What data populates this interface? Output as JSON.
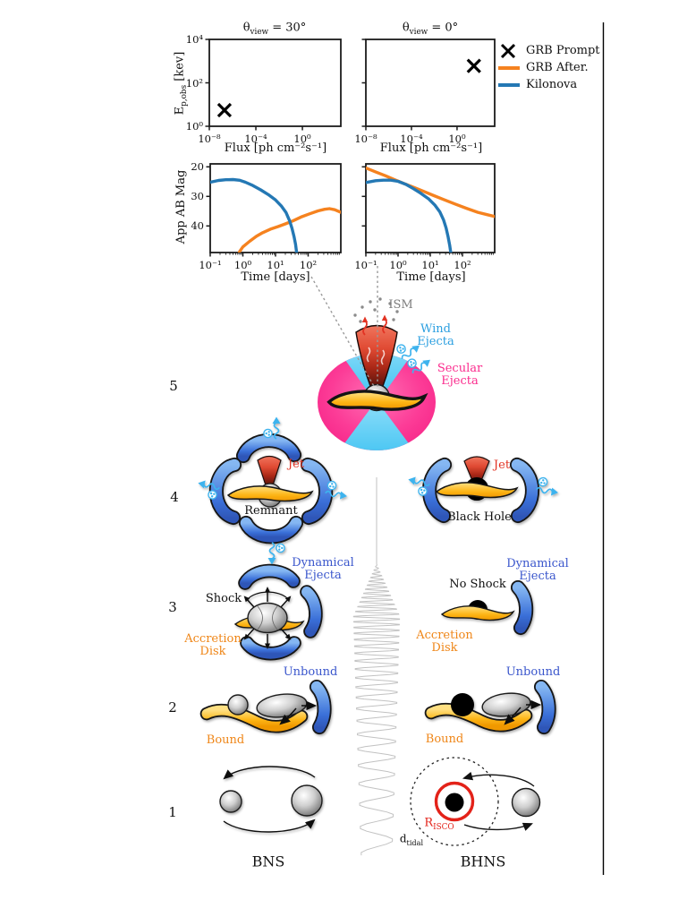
{
  "legend": {
    "items": [
      {
        "label": "GRB Prompt",
        "marker": "cross",
        "color": "#000000"
      },
      {
        "label": "GRB After.",
        "marker": "line",
        "color": "#f5821f"
      },
      {
        "label": "Kilonova",
        "marker": "line",
        "color": "#2478b4"
      }
    ]
  },
  "chart_data": [
    {
      "type": "scatter",
      "title": {
        "pre": "θ",
        "sub": "view",
        "post": " = 30°"
      },
      "xlabel": "Flux [ph cm⁻²s⁻¹]",
      "ylabel": {
        "pre": "E",
        "sub": "p,obs",
        "post": " [kev]"
      },
      "xscale": "log",
      "yscale": "log",
      "xlim": [
        1e-08,
        2000
      ],
      "ylim": [
        1,
        10000
      ],
      "xticks": [
        {
          "v": 1e-08,
          "label": "10⁻⁸"
        },
        {
          "v": 0.0001,
          "label": "10⁻⁴"
        },
        {
          "v": 1,
          "label": "10⁰"
        }
      ],
      "yticks": [
        {
          "v": 1,
          "label": "10⁰"
        },
        {
          "v": 100,
          "label": "10²"
        },
        {
          "v": 10000,
          "label": "10⁴"
        }
      ],
      "points": [
        {
          "series": "GRB Prompt",
          "x": 2e-07,
          "y": 5.5,
          "marker": "x",
          "color": "#000000"
        }
      ]
    },
    {
      "type": "scatter",
      "title": {
        "pre": "θ",
        "sub": "view",
        "post": " = 0°"
      },
      "xlabel": "Flux [ph cm⁻²s⁻¹]",
      "xscale": "log",
      "yscale": "log",
      "xlim": [
        1e-08,
        2000
      ],
      "ylim": [
        1,
        10000
      ],
      "xticks": [
        {
          "v": 1e-08,
          "label": "10⁻⁸"
        },
        {
          "v": 0.0001,
          "label": "10⁻⁴"
        },
        {
          "v": 1,
          "label": "10⁰"
        }
      ],
      "yticks": [
        {
          "v": 1,
          "label": ""
        },
        {
          "v": 100,
          "label": ""
        },
        {
          "v": 10000,
          "label": ""
        }
      ],
      "points": [
        {
          "series": "GRB Prompt",
          "x": 30,
          "y": 600,
          "marker": "x",
          "color": "#000000"
        }
      ]
    },
    {
      "type": "line",
      "xlabel": "Time [days]",
      "ylabel": "App AB Mag",
      "xscale": "log",
      "yscale": "linear-inverted",
      "xlim": [
        0.1,
        1000
      ],
      "ylim": [
        19,
        49
      ],
      "minor_xticks": true,
      "xticks": [
        {
          "v": 0.1,
          "label": "10⁻¹"
        },
        {
          "v": 1,
          "label": "10⁰"
        },
        {
          "v": 10,
          "label": "10¹"
        },
        {
          "v": 100,
          "label": "10²"
        }
      ],
      "yticks": [
        {
          "v": 20,
          "label": "20"
        },
        {
          "v": 30,
          "label": "30"
        },
        {
          "v": 40,
          "label": "40"
        }
      ],
      "series": [
        {
          "name": "GRB After.",
          "color": "#f5821f",
          "points": [
            [
              0.78,
              48.8
            ],
            [
              1,
              47.1
            ],
            [
              1.6,
              45.2
            ],
            [
              2.6,
              43.5
            ],
            [
              4,
              42.3
            ],
            [
              7,
              41.1
            ],
            [
              12,
              40.2
            ],
            [
              20,
              39.3
            ],
            [
              35,
              38.2
            ],
            [
              60,
              37.0
            ],
            [
              110,
              35.9
            ],
            [
              200,
              34.9
            ],
            [
              320,
              34.35
            ],
            [
              450,
              34.15
            ],
            [
              650,
              34.5
            ],
            [
              1000,
              35.4
            ]
          ]
        },
        {
          "name": "Kilonova",
          "color": "#2478b4",
          "points": [
            [
              0.1,
              25.2
            ],
            [
              0.18,
              24.6
            ],
            [
              0.3,
              24.35
            ],
            [
              0.5,
              24.3
            ],
            [
              0.8,
              24.55
            ],
            [
              1.2,
              25.2
            ],
            [
              2,
              26.3
            ],
            [
              3.5,
              27.8
            ],
            [
              6,
              29.4
            ],
            [
              10,
              31.2
            ],
            [
              15,
              33.2
            ],
            [
              21,
              35.5
            ],
            [
              27,
              38.2
            ],
            [
              32,
              40.8
            ],
            [
              37,
              43.6
            ],
            [
              41,
              46.2
            ],
            [
              44,
              48.8
            ]
          ]
        }
      ]
    },
    {
      "type": "line",
      "xlabel": "Time [days]",
      "xscale": "log",
      "yscale": "linear-inverted",
      "xlim": [
        0.1,
        1000
      ],
      "ylim": [
        19,
        49
      ],
      "minor_xticks": true,
      "xticks": [
        {
          "v": 0.1,
          "label": "10⁻¹"
        },
        {
          "v": 1,
          "label": "10⁰"
        },
        {
          "v": 10,
          "label": "10¹"
        },
        {
          "v": 100,
          "label": "10²"
        }
      ],
      "yticks": [
        {
          "v": 20,
          "label": ""
        },
        {
          "v": 30,
          "label": ""
        },
        {
          "v": 40,
          "label": ""
        }
      ],
      "series": [
        {
          "name": "GRB After.",
          "color": "#f5821f",
          "points": [
            [
              0.1,
              20.4
            ],
            [
              0.2,
              21.7
            ],
            [
              0.4,
              23.0
            ],
            [
              0.8,
              24.4
            ],
            [
              1.5,
              25.6
            ],
            [
              3,
              26.9
            ],
            [
              6,
              28.2
            ],
            [
              12,
              29.6
            ],
            [
              25,
              31.0
            ],
            [
              60,
              32.6
            ],
            [
              130,
              34.0
            ],
            [
              300,
              35.4
            ],
            [
              600,
              36.2
            ],
            [
              1000,
              36.8
            ]
          ]
        },
        {
          "name": "Kilonova",
          "color": "#2478b4",
          "points": [
            [
              0.1,
              25.3
            ],
            [
              0.2,
              24.7
            ],
            [
              0.35,
              24.5
            ],
            [
              0.6,
              24.5
            ],
            [
              1,
              24.9
            ],
            [
              1.8,
              26.0
            ],
            [
              3,
              27.4
            ],
            [
              5,
              28.9
            ],
            [
              9,
              30.9
            ],
            [
              14,
              33.0
            ],
            [
              20,
              35.3
            ],
            [
              26,
              38.0
            ],
            [
              31,
              40.7
            ],
            [
              36,
              43.8
            ],
            [
              40,
              46.5
            ],
            [
              43,
              48.8
            ]
          ]
        }
      ]
    }
  ],
  "diagram": {
    "stage_numbers": [
      "5",
      "4",
      "3",
      "2",
      "1"
    ],
    "labels": {
      "ism": "ISM",
      "wind_ejecta": "Wind Ejecta",
      "secular_ejecta": "Secular Ejecta",
      "jet": "Jet",
      "remnant": "Remnant",
      "black_hole": "Black Hole",
      "shock": "Shock",
      "no_shock": "No Shock",
      "dynamical_ejecta": "Dynamical Ejecta",
      "accretion_disk": "Accretion Disk",
      "unbound": "Unbound",
      "bound": "Bound",
      "bns": "BNS",
      "bhns": "BHNS",
      "r_isco_pre": "R",
      "r_isco_sub": "ISCO",
      "d_tidal_pre": "d",
      "d_tidal_sub": "tidal"
    },
    "colors": {
      "kilonova_blue": "#2478b4",
      "afterglow_orange": "#f5821f",
      "ejecta_crescent_blue": "#3a6fd8",
      "disk_yellow": "#fdb515",
      "jet_red": "#d63826",
      "secular_pink": "#fb2b8d",
      "wind_cyan": "#3eb3ee",
      "label_wind": "#2b9fe0",
      "label_secular": "#fb2b8d",
      "label_dynamical": "#3a56cc",
      "label_unbound": "#3a56cc",
      "label_bound": "#ef8618",
      "label_accretion": "#ef8618",
      "label_jet": "#e23323",
      "label_isco": "#e32219",
      "label_ism": "#7d7d7d",
      "label_black": "#111111"
    }
  }
}
